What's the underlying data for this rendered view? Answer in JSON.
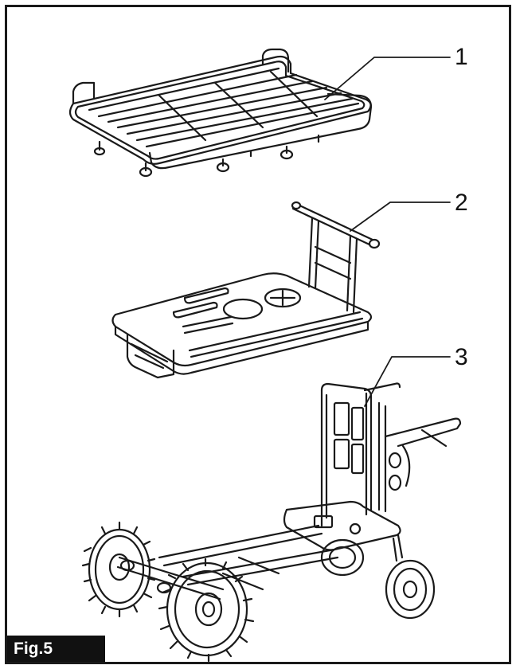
{
  "figure": {
    "label": "Fig.5"
  },
  "callouts": [
    {
      "number": "1",
      "part": "basket-rack"
    },
    {
      "number": "2",
      "part": "platform-with-handle"
    },
    {
      "number": "3",
      "part": "wheeled-chassis"
    }
  ],
  "colors": {
    "ink": "#1a1a1a",
    "label_background": "#111111",
    "label_text": "#ffffff"
  }
}
